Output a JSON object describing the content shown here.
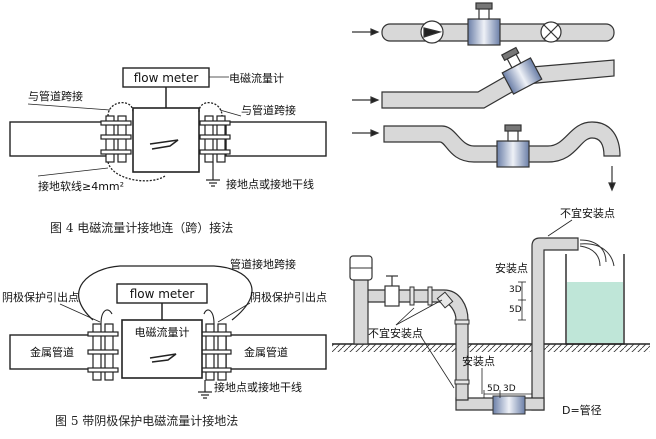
{
  "fig4": {
    "meter_box_label": "flow meter",
    "meter_name_label": "电磁流量计",
    "left_cross_label": "与管道跨接",
    "right_cross_label": "与管道跨接",
    "soft_wire_label": "接地软线≥4mm²",
    "ground_label": "接地点或接地干线",
    "caption": "图 4    电磁流量计接地连（跨）接法"
  },
  "fig5": {
    "meter_box_label": "flow meter",
    "meter_name_label": "电磁流量计",
    "pipe_ground_cross_label": "管道接地跨接",
    "left_cathodic_label": "阴极保护引出点",
    "right_cathodic_label": "阴极保护引出点",
    "left_pipe_label": "金属管道",
    "right_pipe_label": "金属管道",
    "ground_label": "接地点或接地干线",
    "caption": "图 5    带阴极保护电磁流量计接地法"
  },
  "install": {
    "not_suitable_top_label": "不宜安装点",
    "install_point_label_1": "安装点",
    "not_suitable_label": "不宜安装点",
    "install_point_label_2": "安装点",
    "dim_3d_label": "3D",
    "dim_5d_label": "5D",
    "dim_5d_bottom_label": "5D",
    "dim_3d_bottom_label": "3D",
    "d_legend_label": "D=管径"
  },
  "colors": {
    "line": "#222222",
    "pipe_fill": "#d8d8d8",
    "water_fill": "#bfe6d8"
  }
}
